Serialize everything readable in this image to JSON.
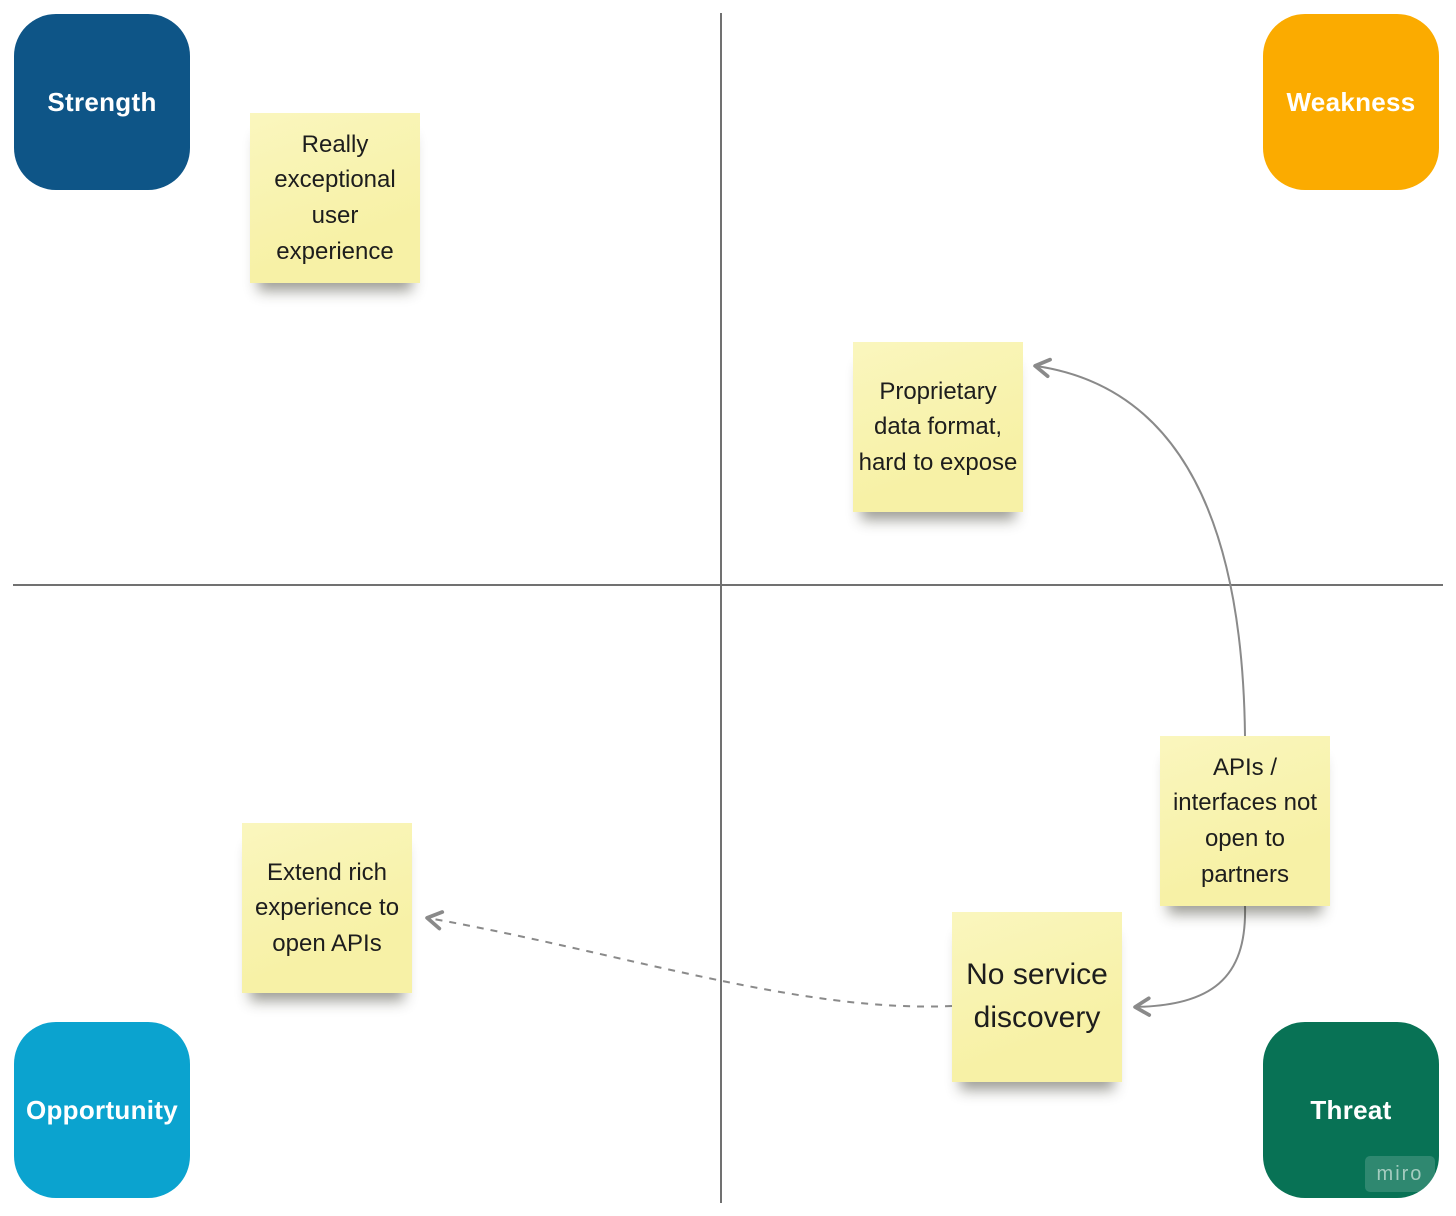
{
  "board": {
    "type": "SWOT analysis whiteboard",
    "watermark": "miro",
    "colors": {
      "background": "#ffffff",
      "sticky": "#F8F3AC",
      "sticky_text": "#1D1D1D",
      "axis_line": "#717171",
      "connector": "#8A8A8A",
      "strength": "#0E5587",
      "weakness": "#FBAB00",
      "opportunity": "#0BA3CF",
      "threat": "#087255"
    }
  },
  "quadrants": [
    {
      "id": "strength",
      "label": "Strength"
    },
    {
      "id": "weakness",
      "label": "Weakness"
    },
    {
      "id": "opportunity",
      "label": "Opportunity"
    },
    {
      "id": "threat",
      "label": "Threat"
    }
  ],
  "sticky_notes": [
    {
      "id": "note-user-experience",
      "quadrant": "strength",
      "text": "Really exceptional user experience"
    },
    {
      "id": "note-data-format",
      "quadrant": "weakness",
      "text": "Proprietary data format, hard to expose"
    },
    {
      "id": "note-apis-closed",
      "quadrant": "threat",
      "text": "APIs / interfaces not open to partners"
    },
    {
      "id": "note-service-discovery",
      "quadrant": "threat",
      "text": "No service discovery"
    },
    {
      "id": "note-open-apis",
      "quadrant": "opportunity",
      "text": "Extend rich experience to open APIs"
    }
  ],
  "connectors": [
    {
      "from": "APIs / interfaces not open to partners",
      "to": "Proprietary data format, hard to expose",
      "style": "solid",
      "arrow": "end"
    },
    {
      "from": "APIs / interfaces not open to partners",
      "to": "No service discovery",
      "style": "solid",
      "arrow": "end"
    },
    {
      "from": "No service discovery",
      "to": "Extend rich experience to open APIs",
      "style": "dashed",
      "arrow": "end"
    }
  ]
}
